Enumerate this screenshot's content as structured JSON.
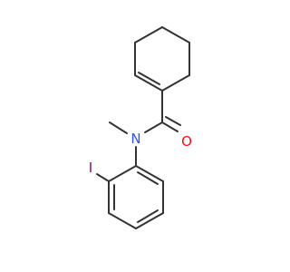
{
  "molecule": {
    "atoms": {
      "oxygen": "O",
      "nitrogen": "N",
      "iodine": "I"
    },
    "colors": {
      "bond": "#333333",
      "oxygen": "#ff0d0d",
      "nitrogen": "#3050f8",
      "iodine": "#940094",
      "background": "#ffffff"
    }
  }
}
